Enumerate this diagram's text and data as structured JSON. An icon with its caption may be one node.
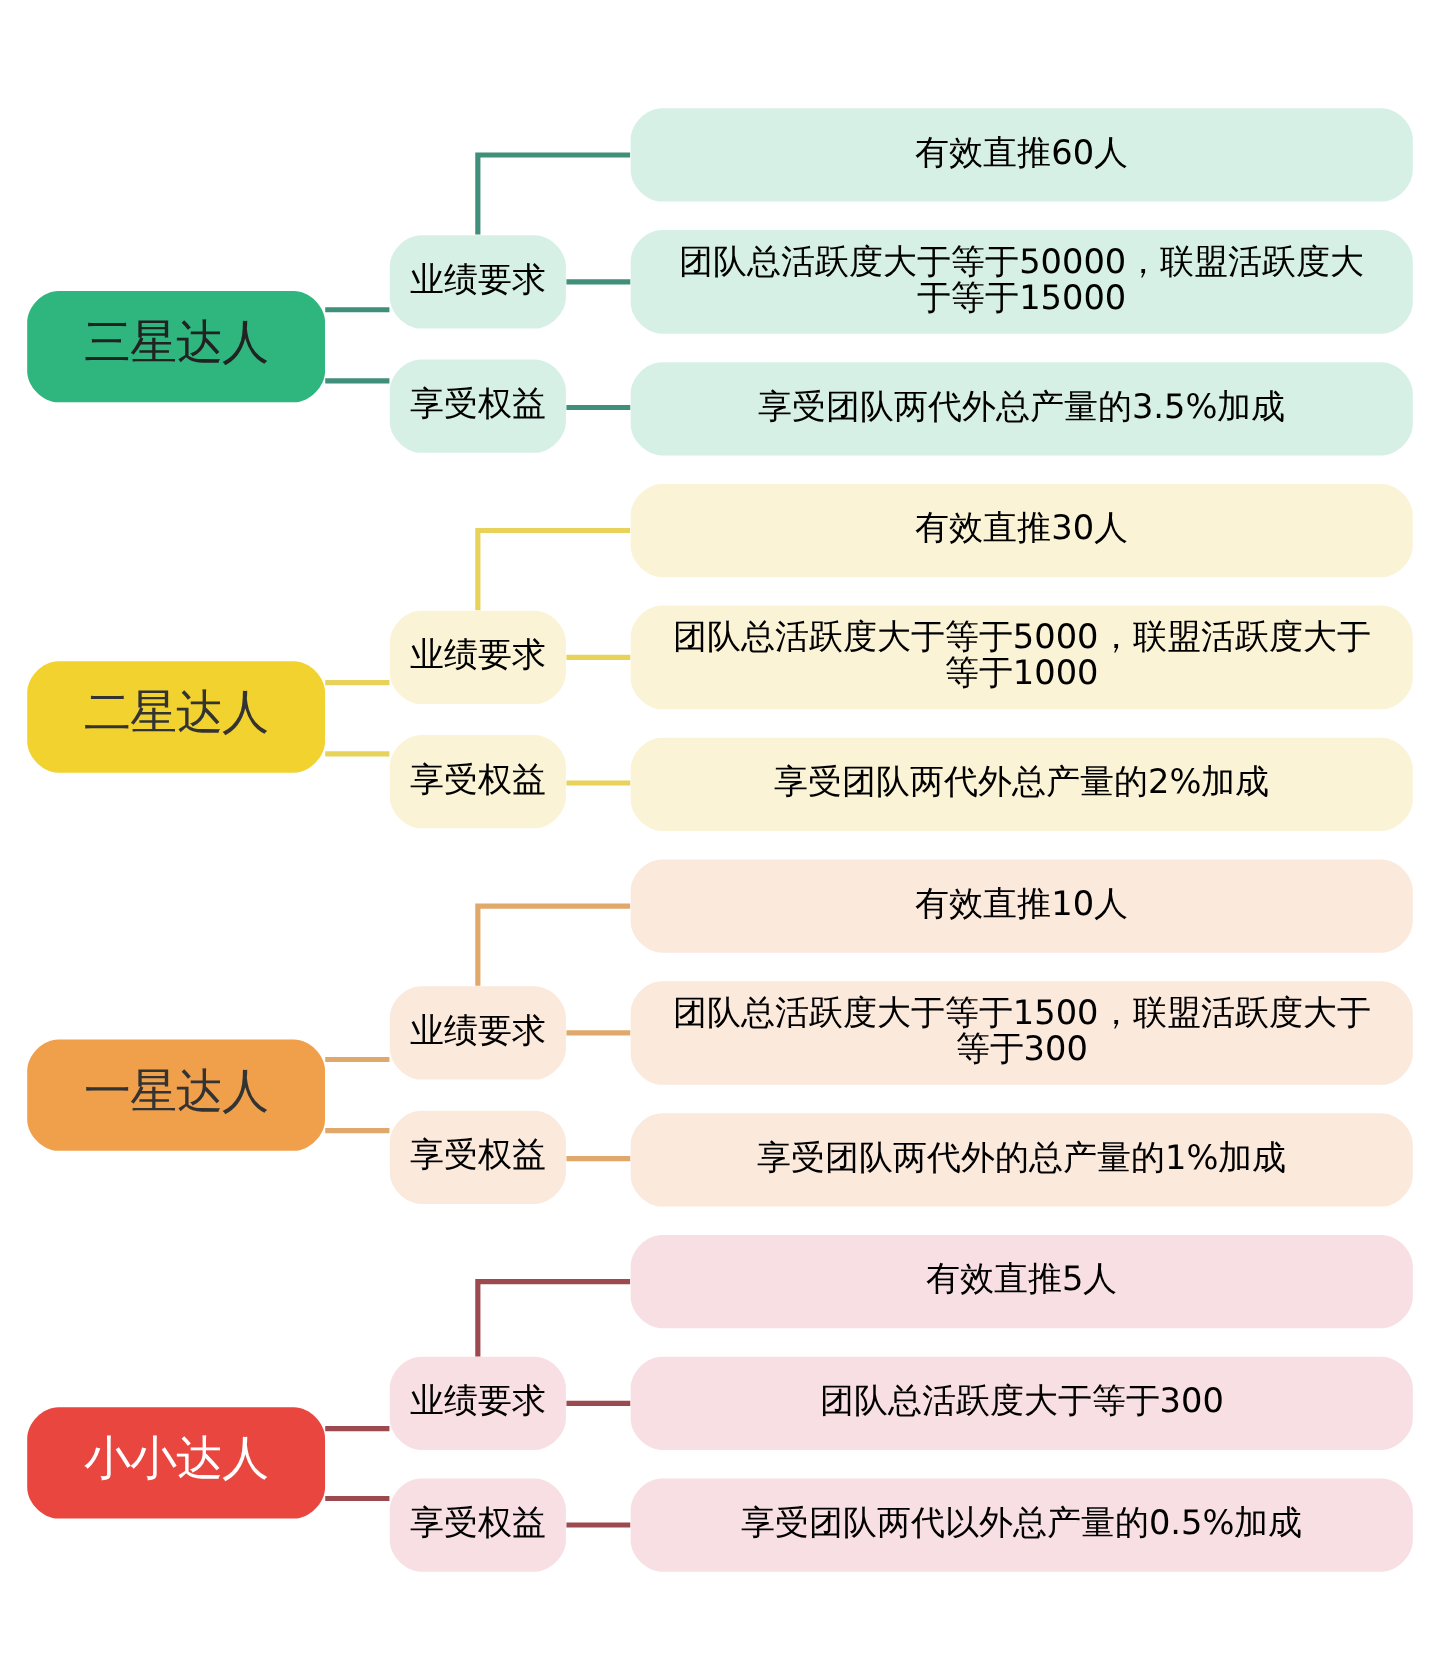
{
  "diagram": {
    "nodes": [
      {
        "text": [
          "小小达人"
        ]
      },
      {
        "text": [
          "业绩要求"
        ]
      },
      {
        "text": [
          "有效直推5人"
        ]
      },
      {
        "text": [
          "团队总活跃度大于等于300"
        ]
      },
      {
        "text": [
          "享受权益"
        ]
      },
      {
        "text": [
          "享受团队两代以外总产量的0.5%加成"
        ]
      },
      {
        "text": [
          "一星达人"
        ]
      },
      {
        "text": [
          "业绩要求"
        ]
      },
      {
        "text": [
          "有效直推10人"
        ]
      },
      {
        "text": [
          "团队总活跃度大于等于1500，联盟活跃度大于等于300"
        ]
      },
      {
        "text": [
          "享受权益"
        ]
      },
      {
        "text": [
          "享受团队两代外的总产量的1%加成"
        ]
      },
      {
        "text": [
          "二星达人"
        ]
      },
      {
        "text": [
          "业绩要求"
        ]
      },
      {
        "text": [
          "有效直推30人"
        ]
      },
      {
        "text": [
          "团队总活跃度大于等于5000，联盟活跃度大于等于1000"
        ]
      },
      {
        "text": [
          "享受权益"
        ]
      },
      {
        "text": [
          "享受团队两代外总产量的2%加成"
        ]
      },
      {
        "text": [
          "三星达人"
        ]
      },
      {
        "text": [
          "业绩要求"
        ]
      },
      {
        "text": [
          "有效直推60人"
        ]
      },
      {
        "text": [
          "团队总活跃度大于等于50000，联盟活跃度大于等于15000"
        ]
      },
      {
        "text": [
          "享受权益"
        ]
      },
      {
        "text": [
          "享受团队两代外总产量的3.5%加成"
        ]
      }
    ],
    "edges": [
      {
        "from": 0,
        "to": 1,
        "arrow": "none",
        "color": "#9c4a4f"
      },
      {
        "from": 1,
        "to": 2,
        "arrow": "none",
        "color": "#9c4a4f"
      },
      {
        "from": 1,
        "to": 3,
        "arrow": "none",
        "color": "#9c4a4f"
      },
      {
        "from": 0,
        "to": 4,
        "arrow": "none",
        "color": "#9c4a4f"
      },
      {
        "from": 4,
        "to": 5,
        "arrow": "none",
        "color": "#9c4a4f"
      },
      {
        "from": 6,
        "to": 7,
        "arrow": "none",
        "color": "#e0a86a"
      },
      {
        "from": 7,
        "to": 8,
        "arrow": "none",
        "color": "#e0a86a"
      },
      {
        "from": 7,
        "to": 9,
        "arrow": "none",
        "color": "#e0a86a"
      },
      {
        "from": 6,
        "to": 10,
        "arrow": "none",
        "color": "#e0a86a"
      },
      {
        "from": 10,
        "to": 11,
        "arrow": "none",
        "color": "#e0a86a"
      },
      {
        "from": 12,
        "to": 13,
        "arrow": "none",
        "color": "#e8d25a"
      },
      {
        "from": 13,
        "to": 14,
        "arrow": "none",
        "color": "#e8d25a"
      },
      {
        "from": 13,
        "to": 15,
        "arrow": "none",
        "color": "#e8d25a"
      },
      {
        "from": 12,
        "to": 16,
        "arrow": "none",
        "color": "#e8d25a"
      },
      {
        "from": 16,
        "to": 17,
        "arrow": "none",
        "color": "#e8d25a"
      },
      {
        "from": 18,
        "to": 19,
        "arrow": "none",
        "color": "#3f8f7a"
      },
      {
        "from": 19,
        "to": 20,
        "arrow": "none",
        "color": "#3f8f7a"
      },
      {
        "from": 19,
        "to": 21,
        "arrow": "none",
        "color": "#3f8f7a"
      },
      {
        "from": 18,
        "to": 22,
        "arrow": "none",
        "color": "#3f8f7a"
      },
      {
        "from": 22,
        "to": 23,
        "arrow": "none",
        "color": "#3f8f7a"
      }
    ]
  }
}
